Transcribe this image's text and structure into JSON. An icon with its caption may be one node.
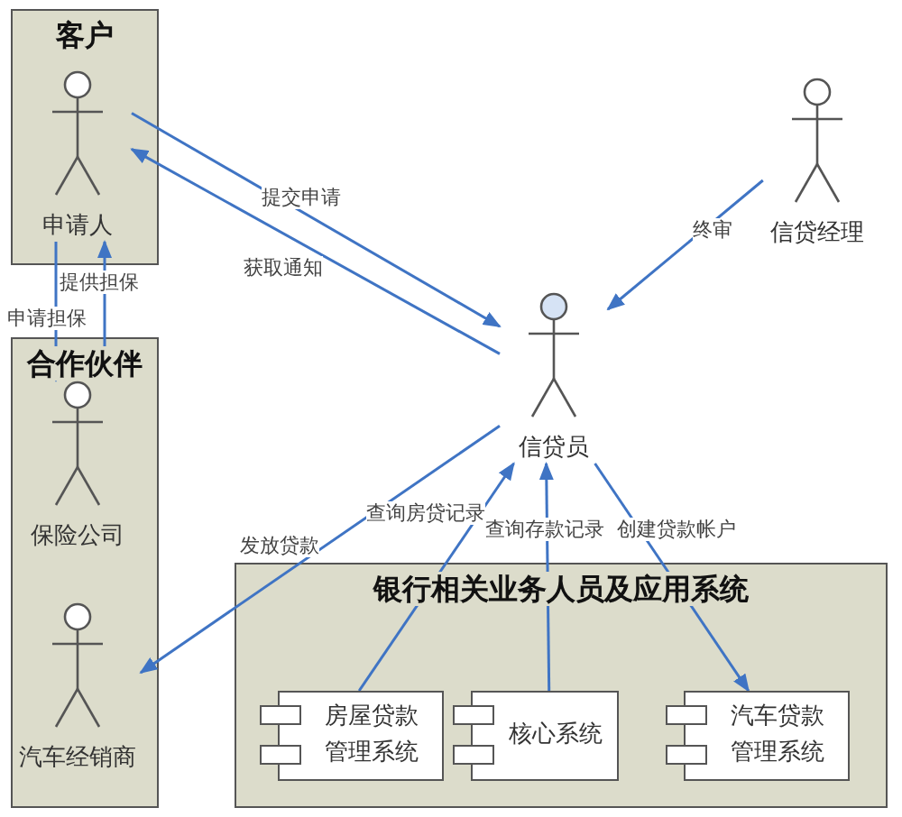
{
  "diagram": {
    "nodes": [
      {
        "text": [
          "客户"
        ]
      },
      {
        "text": [
          "申请人"
        ],
        "in": 0
      },
      {
        "text": [
          "合作伙伴"
        ]
      },
      {
        "text": [
          "保险公司"
        ],
        "in": 2
      },
      {
        "text": [
          "汽车经销商"
        ],
        "in": 2
      },
      {
        "text": [
          "信贷经理"
        ]
      },
      {
        "text": [
          "信贷员"
        ]
      },
      {
        "text": [
          "银行相关业务人员及应用系统"
        ]
      },
      {
        "text": [
          "房屋贷款管理系统"
        ],
        "in": 7
      },
      {
        "text": [
          "核心系统"
        ],
        "in": 7
      },
      {
        "text": [
          "汽车贷款管理系统"
        ],
        "in": 7
      }
    ],
    "edges": [
      {
        "from": 1,
        "to": 6,
        "arrow": "to",
        "label": "提交申请"
      },
      {
        "from": 6,
        "to": 1,
        "arrow": "to",
        "label": "获取通知"
      },
      {
        "from": 1,
        "to": 3,
        "arrow": "to",
        "label": "申请担保"
      },
      {
        "from": 3,
        "to": 1,
        "arrow": "to",
        "label": "提供担保"
      },
      {
        "from": 5,
        "to": 6,
        "arrow": "to",
        "label": "终审"
      },
      {
        "from": 6,
        "to": 4,
        "arrow": "to",
        "label": "发放贷款"
      },
      {
        "from": 8,
        "to": 6,
        "arrow": "to",
        "label": "查询房贷记录"
      },
      {
        "from": 9,
        "to": 6,
        "arrow": "to",
        "label": "查询存款记录"
      },
      {
        "from": 6,
        "to": 10,
        "arrow": "to",
        "label": "创建贷款帐户"
      }
    ]
  }
}
